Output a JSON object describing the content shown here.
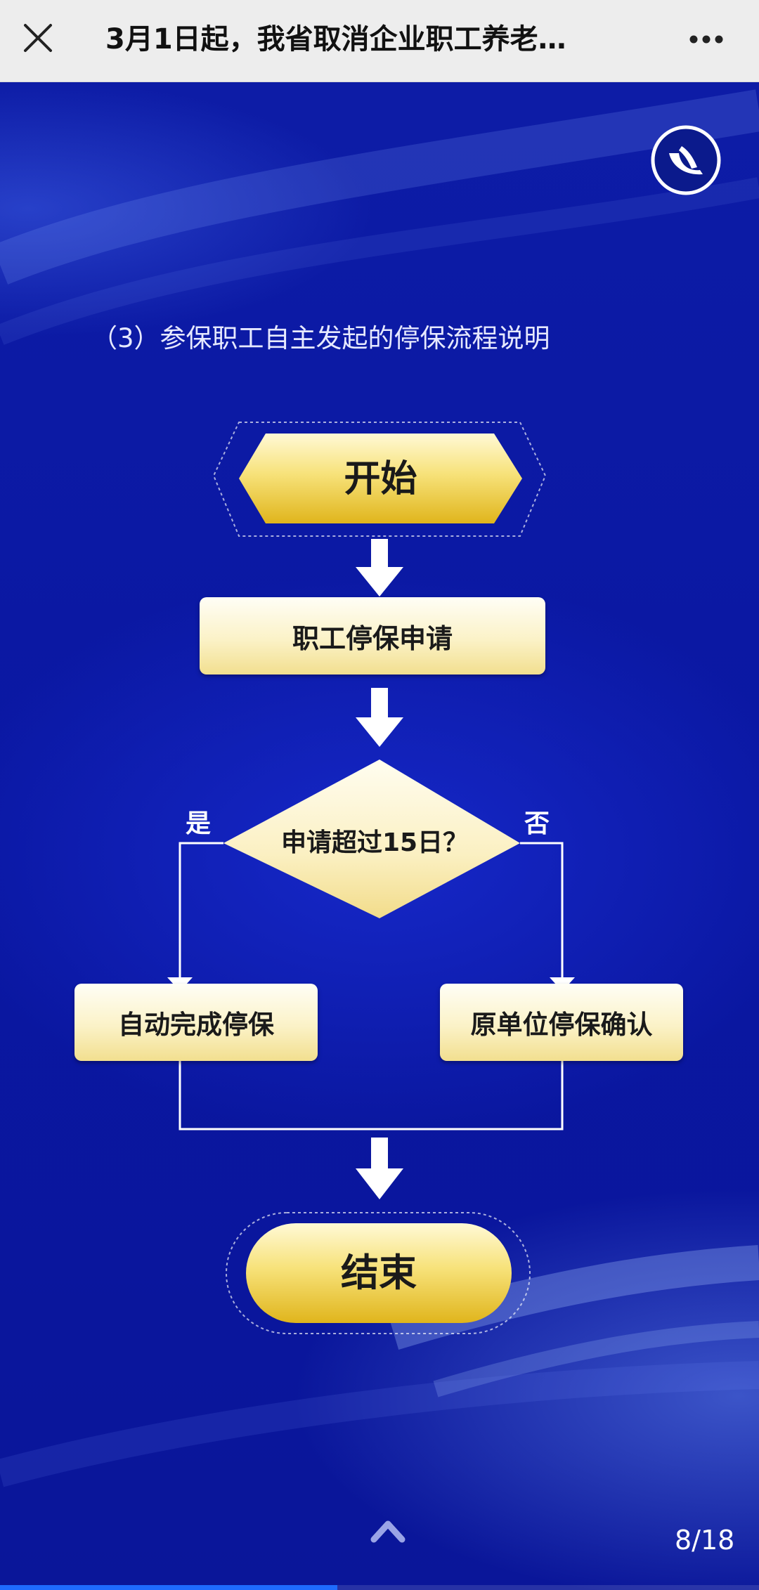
{
  "header": {
    "title": "3月1日起，我省取消企业职工养老…"
  },
  "icons": {
    "close": "close-icon",
    "more": "more-icon",
    "logo": "service-logo-icon",
    "up": "chevron-up-icon"
  },
  "content": {
    "subtitle": "（3）参保职工自主发起的停保流程说明"
  },
  "flowchart": {
    "start": "开始",
    "apply": "职工停保申请",
    "decision": "申请超过15日？",
    "yes_label": "是",
    "no_label": "否",
    "yes_result": "自动完成停保",
    "no_result": "原单位停保确认",
    "end": "结束"
  },
  "pager": {
    "indicator": "8/18",
    "progress": 0.444
  },
  "colors": {
    "background": "#0c1a9a",
    "node_fill": "#fbf2c7",
    "gold": "#e9c22f",
    "accent_bar": "#1e6bff"
  }
}
